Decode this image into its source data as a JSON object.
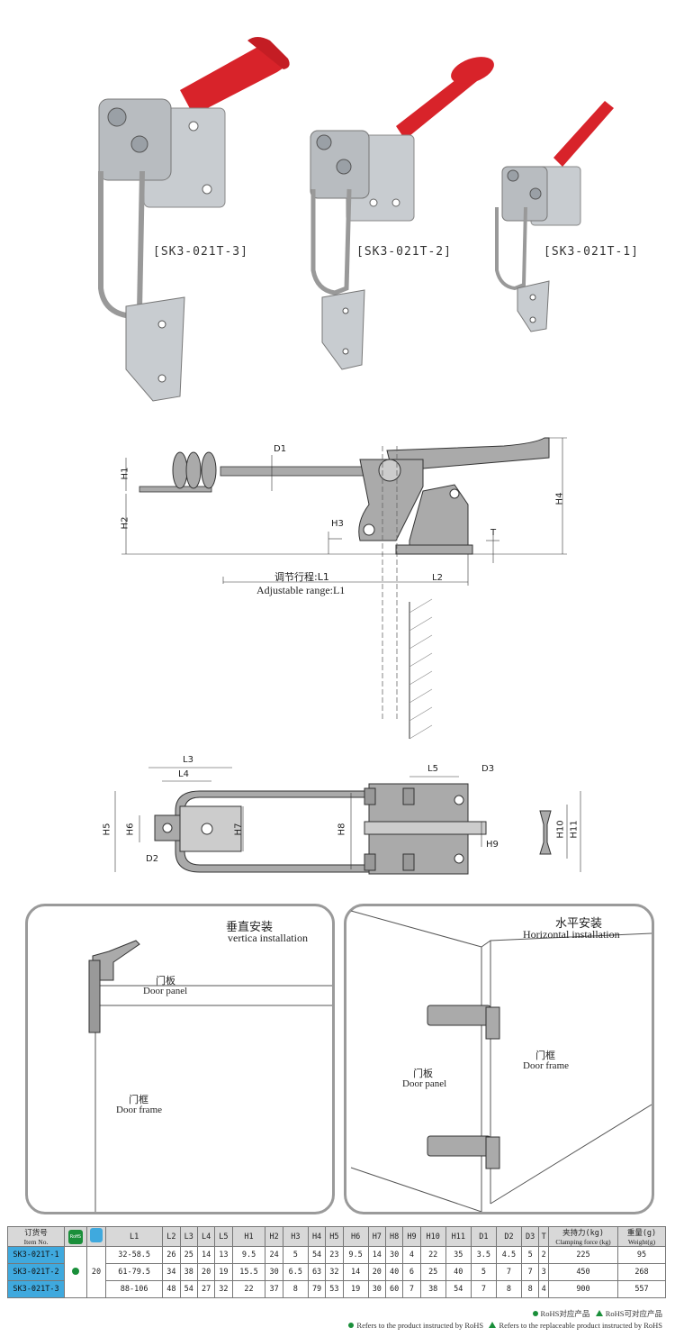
{
  "products": [
    {
      "label": "[SK3-021T-3]"
    },
    {
      "label": "[SK3-021T-2]"
    },
    {
      "label": "[SK3-021T-1]"
    }
  ],
  "side_view": {
    "labels": [
      "H1",
      "H2",
      "D1",
      "H3",
      "H4",
      "T",
      "L2"
    ],
    "range_cn": "调节行程:L1",
    "range_en": "Adjustable range:L1"
  },
  "top_view": {
    "labels": [
      "L3",
      "L4",
      "L5",
      "D3",
      "H5",
      "H6",
      "H7",
      "H8",
      "H9",
      "H10",
      "H11",
      "D2"
    ]
  },
  "install_vertical": {
    "title_cn": "垂直安装",
    "title_en": "vertica installation",
    "door_panel_cn": "门板",
    "door_panel_en": "Door panel",
    "door_frame_cn": "门框",
    "door_frame_en": "Door frame"
  },
  "install_horizontal": {
    "title_cn": "水平安装",
    "title_en": "Horizontal installation",
    "door_panel_cn": "门板",
    "door_panel_en": "Door panel",
    "door_frame_cn": "门框",
    "door_frame_en": "Door frame"
  },
  "table": {
    "item_cn": "订货号",
    "item_en": "Item No.",
    "rohs_icon_label": "RoHS",
    "cols": [
      "L1",
      "L2",
      "L3",
      "L4",
      "L5",
      "H1",
      "H2",
      "H3",
      "H4",
      "H5",
      "H6",
      "H7",
      "H8",
      "H9",
      "H10",
      "H11",
      "D1",
      "D2",
      "D3",
      "T"
    ],
    "force_cn": "夹持力(kg)",
    "force_en": "Clamping force (kg)",
    "weight_cn": "重量(g)",
    "weight_en": "Weight(g)",
    "shared_col": "20",
    "rows": [
      {
        "item": "SK3-021T-1",
        "vals": [
          "32-58.5",
          "26",
          "25",
          "14",
          "13",
          "9.5",
          "24",
          "5",
          "54",
          "23",
          "9.5",
          "14",
          "30",
          "4",
          "22",
          "35",
          "3.5",
          "4.5",
          "5",
          "2"
        ],
        "force": "225",
        "weight": "95"
      },
      {
        "item": "SK3-021T-2",
        "vals": [
          "61-79.5",
          "34",
          "38",
          "20",
          "19",
          "15.5",
          "30",
          "6.5",
          "63",
          "32",
          "14",
          "20",
          "40",
          "6",
          "25",
          "40",
          "5",
          "7",
          "7",
          "3"
        ],
        "force": "450",
        "weight": "268"
      },
      {
        "item": "SK3-021T-3",
        "vals": [
          "88-106",
          "48",
          "54",
          "27",
          "32",
          "22",
          "37",
          "8",
          "79",
          "53",
          "19",
          "30",
          "60",
          "7",
          "38",
          "54",
          "7",
          "8",
          "8",
          "4"
        ],
        "force": "900",
        "weight": "557"
      }
    ]
  },
  "legend": {
    "line1_a": "RoHS对应产品",
    "line1_b": "RoHS可对应产品",
    "line2_a": "Refers to the product instructed by RoHS",
    "line2_b": "Refers to the replaceable product instructed by RoHS"
  },
  "colors": {
    "handle_red": "#d8232a",
    "metal": "#c8ccd0",
    "item_blue": "#3fa9de",
    "rohs_green": "#1a8f3a"
  }
}
